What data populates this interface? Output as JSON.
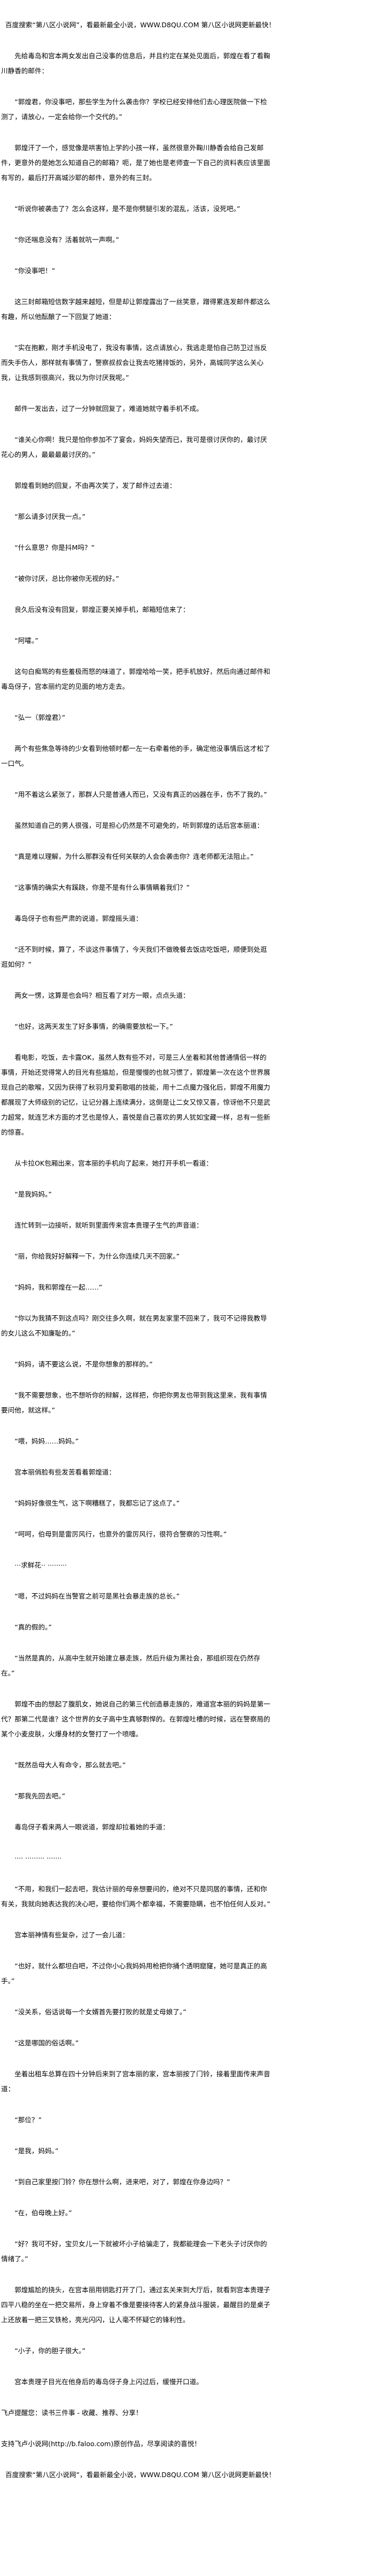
{
  "header_notice": "百度搜索“第八区小说网”，看最新最全小说，WWW.D8QU.COM  第八区小说网更新最快！",
  "paragraphs": [
    "先给毒岛和宫本两女发出自己没事的信息后，并且约定在某处见面后，郭煌在看了看鞠川静香的邮件：",
    "“郭煌君，你没事吧，那些学生为什么袭击你？学校已经安排他们去心理医院做一下检测了，请放心，一定会给你一个交代的。”",
    "郭煌汗了一个，感觉像是哄害怕上学的小孩一样，虽然很意外鞠川静香会给自己发邮件，更意外的是她怎么知道自己的邮箱？呃，是了她也是老师查一下自己的资料表应该里面有写的，最后打开高城沙耶的邮件，意外的有三封。",
    "“听说你被袭击了？怎么会这样，是不是你劈腿引发的混乱，活该，没死吧。”",
    "“你还喘息没有？活着就吭一声啊。”",
    "“你没事吧！”",
    "这三封邮箱短信数字越来越短，但是却让郭煌露出了一丝笑意，蹭得累连发邮件都这么有趣，所以他酝酿了一下回复了她道：",
    "“实在抱歉，刚才手机没电了，我没有事情，这点请放心，我逃走是怕自己防卫过当反而失手伤人，那样就有事情了，警察叔叔会让我去吃猪排饭的，另外，高城同学这么关心我，让我感到很高兴，我以为你讨厌我呢。”",
    "邮件一发出去，过了一分钟就回复了，难道她就守着手机不成。",
    "“谁关心你啊！我只是怕你参加不了宴会，妈妈失望而已，我可是很讨厌你的，最讨厌花心的男人，最最最最讨厌的。”",
    "郭煌看到她的回复，不由再次笑了，发了邮件过去道：",
    "“那么请多讨厌我一点。”",
    "“什么意思？你是抖M吗？”",
    "“被你讨厌，总比你被你无视的好。”",
    "良久后没有没有回复，郭煌正要关掉手机，邮箱短信来了：",
    "“阿嚯。”",
    "这句白痴骂的有些羞极而怒的味道了，郭煌哈哈一笑，把手机放好，然后向通过邮件和毒岛伢子，宫本丽约定的见面的地方走去。",
    "“弘一（郭煌君）”",
    "两个有些焦急等待的少女看到他顿时都一左一右牵着他的手，确定他没事情后这才松了一口气。",
    "“用不着这么紧张了，那群人只是普通人而已，又没有真正的凶器在手，伤不了我的。”",
    "虽然知道自己的男人很强，可是担心仍然是不可避免的，听到郭煌的话后宫本丽道：",
    "“真是难以理解，为什么那群没有任何关联的人会会袭击你？连老师都无法阻止。”",
    "“这事情的确实大有蹊跷，你是不是有什么事情瞒着我们？”",
    "毒岛伢子也有些严肃的说道，郭煌摇头道：",
    "“还不到时候，算了，不谈这件事情了，今天我们不做晚餐去饭店吃饭吧，顺便到处逛逛如何？”",
    "两女一愣，这算是也会吗？相互看了对方一眼，点点头道：",
    "“也好，这两天发生了好多事情，的确需要放松一下。”",
    "看电影，吃饭，去卡露OK，虽然人数有些不对，可是三人坐着和其他普通情侣一样的事情，开始还觉得常人的目光有些尴尬，但是慢慢的也就习惯了，郭煌第一次在这个世界展现自己的歌喉，又因为获得了秋羽月爱莉歌唱的技能，用十二点魔力强化后，郭煌不用魔力都展现了大师级别的记忆，让记分器上连续满分，这倒是让二女又惊又喜，惊讶他不只是武力超常，就连艺术方面的才艺也是惊人，喜悦是自己喜欢的男人犹如宝藏一样，总有一些新的惊喜。",
    "从卡拉OK包厢出来，宫本丽的手机向了起来，她打开手机一看道：",
    "“是我妈妈。”",
    "连忙转到一边接听，就听到里面传来宫本贵理子生气的声音道：",
    "“丽，你给我好好解释一下，为什么你连续几天不回家。”",
    "“妈妈，我和郭煌在一起……”",
    "“你以为我猜不到这点吗？刚交往多久啊，就在男友家里不回来了，我可不记得我教导的女儿这么不知廉耻的。”",
    "“妈妈，请不要这么说，不是你想象的那样的。”",
    "“我不需要想象，也不想听你的辩解，这样把，你把你男友也带到我这里来，我有事情要问他，就这样。”",
    "“喂，妈妈……妈妈。”",
    "宫本丽俏脸有些发苦看着郭煌道：",
    "“妈妈好像很生气，这下啊糟糕了，我都忘记了这点了。”",
    "“呵呵，伯母到是雷厉风行，也意外的雷厉风行，很符合警察的习性啊。”",
    "···求鲜花··  ·········",
    "“嗯，不过妈妈在当警官之前可是黑社会暴走族的总长。”",
    "“真的假的。”",
    "“当然是真的，从高中生就开始建立暴走族，然后升级为黑社会，那组织现在仍然存在。”",
    "郭煌不由的想起了腹肌女，她说自己的第三代创造暴走族的，难道宫本丽的妈妈是第一代？那第二代是谁？这个世界的女子高中生真够剽悍的。在郭煌吐槽的时候，远在警察局的某个小麦皮肤，火爆身材的女警打了一个喷嚏。",
    "“既然岳母大人有命令，那么就去吧。”",
    "“那我先回去吧。”",
    "毒岛伢子看来两人一眼说道，郭煌却拉着她的手道：",
    "···· ········· ·······",
    "“不用，和我们一起去吧，我估计丽的母亲想要问的，绝对不只是同居的事情，还和你有关，我就向她表达我的决心吧，要给你们两个都幸福，不需要隐瞒，也不怕任何人反对。”",
    "宫本丽神情有些复杂，过了一会儿道：",
    "“也好，就什么都坦白吧，不过你小心我妈妈用枪把你捅个透明窟窿，她可是真正的高手。”",
    "“没关系，俗话说每一个女婿首先要打败的就是丈母娘了。”",
    "“这是哪国的俗话啊。”",
    "坐着出租车总算在四十分钟后来到了宫本丽的家，宫本丽按了门铃，接着里面传来声音道：",
    "“那位？”",
    "“是我，妈妈。”",
    "“到自己家里按门铃？你在想什么啊，进来吧，对了，郭煌在你身边吗？”",
    "“在，伯母晚上好。”",
    "“好？我可不好，宝贝女儿一下就被坏小子给骗走了，我都能理会一下老头子讨厌你的情绪了。”",
    "郭煌尴尬的挠头，在宫本丽用钥匙打开了门，通过玄关来到大厅后，就看到宫本贵理子四平八稳的坐在一把交易所，身上穿着不像是要接待客人的紧身战斗服装，最醒目的是桌子上还放着一把三叉铁枪，亮光闪闪，让人毫不怀疑它的锋利性。",
    "“小子，你的胆子很大。”",
    "宫本贵理子目光在他身后的毒岛伢子身上闪过后，缓慢开口道。"
  ],
  "footer": {
    "reminder": "飞卢提醒您：读书三件事 - 收藏、推荐、分享！",
    "support": "支持飞卢小说网(http://b.faloo.com)原创作品，尽享阅读的喜悦！",
    "notice": "百度搜索“第八区小说网”，看最新最全小说，WWW.D8QU.COM  第八区小说网更新最快！"
  }
}
